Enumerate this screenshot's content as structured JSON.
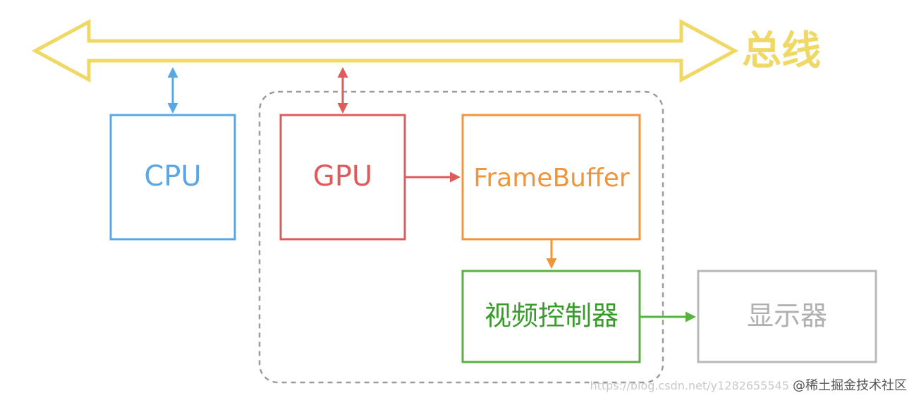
{
  "colors": {
    "bus": "#efd865",
    "cpu": "#5aa7e6",
    "gpu": "#df5b5b",
    "framebuffer": "#f1953b",
    "video_controller": "#58b140",
    "display": "#b8b8b8",
    "dashed_region": "#9c9c9c"
  },
  "bus": {
    "label": "总线"
  },
  "boxes": {
    "cpu": {
      "label": "CPU"
    },
    "gpu": {
      "label": "GPU"
    },
    "framebuffer": {
      "label": "FrameBuffer"
    },
    "video_controller": {
      "label": "视频控制器"
    },
    "display": {
      "label": "显示器"
    }
  },
  "watermark": {
    "brand": "@稀土掘金技术社区",
    "url": "https://blog.csdn.net/y1282655545"
  }
}
